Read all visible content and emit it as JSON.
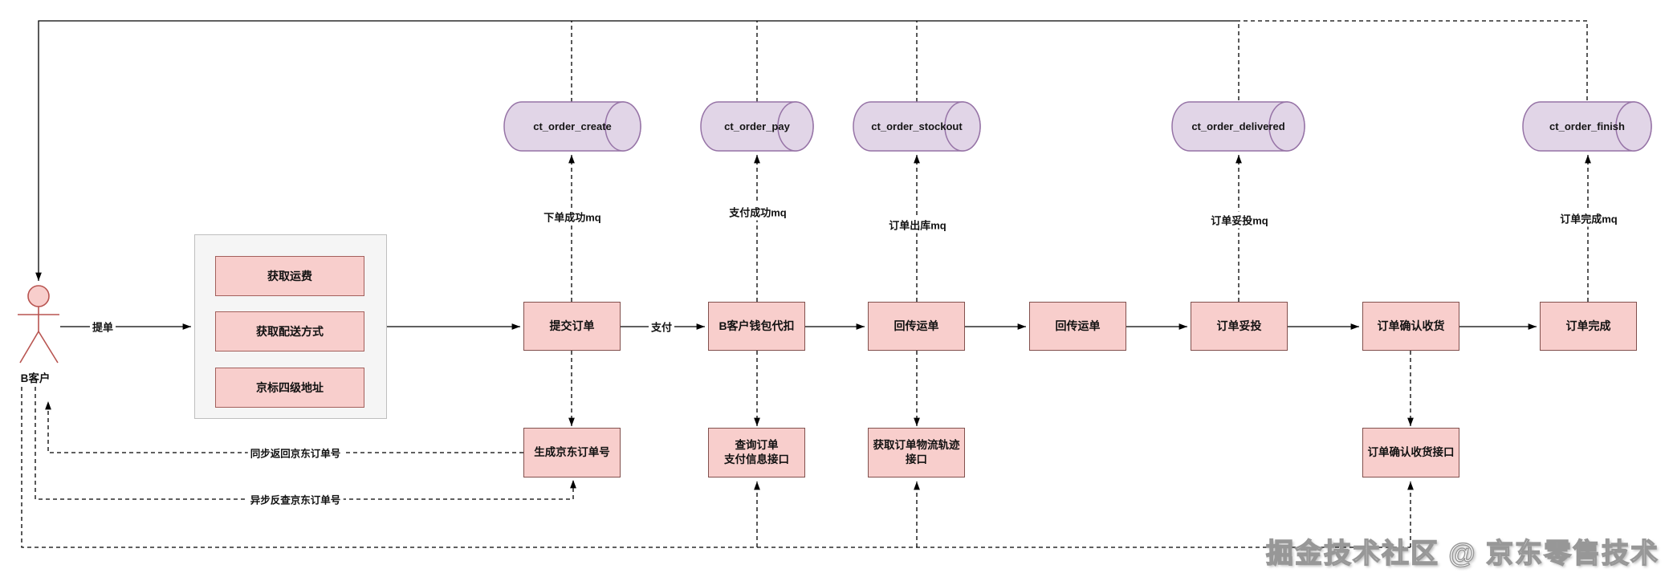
{
  "actor": {
    "label": "B客户"
  },
  "group": {
    "items": [
      {
        "label": "获取运费"
      },
      {
        "label": "获取配送方式"
      },
      {
        "label": "京标四级地址"
      }
    ]
  },
  "flow": [
    {
      "label": "提交订单"
    },
    {
      "label": "B客户钱包代扣"
    },
    {
      "label": "回传运单"
    },
    {
      "label": "回传运单"
    },
    {
      "label": "订单妥投"
    },
    {
      "label": "订单确认收货"
    },
    {
      "label": "订单完成"
    }
  ],
  "queues": [
    {
      "name": "ct_order_create"
    },
    {
      "name": "ct_order_pay"
    },
    {
      "name": "ct_order_stockout"
    },
    {
      "name": "ct_order_delivered"
    },
    {
      "name": "ct_order_finish"
    }
  ],
  "mq_labels": [
    {
      "label": "下单成功mq"
    },
    {
      "label": "支付成功mq"
    },
    {
      "label": "订单出库mq"
    },
    {
      "label": "订单妥投mq"
    },
    {
      "label": "订单完成mq"
    }
  ],
  "apis": [
    {
      "label": "生成京东订单号"
    },
    {
      "label": "查询订单\n支付信息接口"
    },
    {
      "label": "获取订单物流轨迹\n接口"
    },
    {
      "label": "订单确认收货接口"
    }
  ],
  "edges": {
    "submit": "提单",
    "pay": "支付",
    "sync_return": "同步返回京东订单号",
    "async_query": "异步反查京东订单号"
  },
  "watermark": "掘金技术社区 @ 京东零售技术",
  "colors": {
    "node_fill": "#F8CECC",
    "node_stroke": "#82504d",
    "queue_fill": "#E1D5E7",
    "queue_stroke": "#9673A6",
    "actor_stroke": "#B85450",
    "line": "#000000",
    "container_fill": "#F5F5F5"
  }
}
